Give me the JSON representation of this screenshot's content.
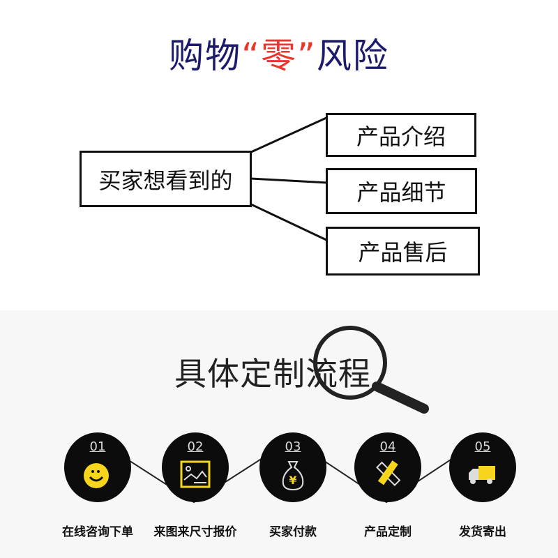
{
  "title": {
    "part1": "购物",
    "quote_open": "“",
    "highlight": "零",
    "quote_close": "”",
    "part2": "风险"
  },
  "mindmap": {
    "root": "买家想看到的",
    "branches": [
      "产品介绍",
      "产品细节",
      "产品售后"
    ]
  },
  "process": {
    "title": "具体定制流程",
    "steps": [
      {
        "num": "01",
        "label": "在线咨询下单",
        "icon": "smiley-icon"
      },
      {
        "num": "02",
        "label": "来图来尺寸报价",
        "icon": "image-icon"
      },
      {
        "num": "03",
        "label": "买家付款",
        "icon": "money-bag-icon"
      },
      {
        "num": "04",
        "label": "产品定制",
        "icon": "pencil-ruler-icon"
      },
      {
        "num": "05",
        "label": "发货寄出",
        "icon": "delivery-truck-icon"
      }
    ]
  },
  "colors": {
    "navy": "#1c1a6b",
    "red": "#e8372c",
    "yellow": "#f7d51d"
  }
}
